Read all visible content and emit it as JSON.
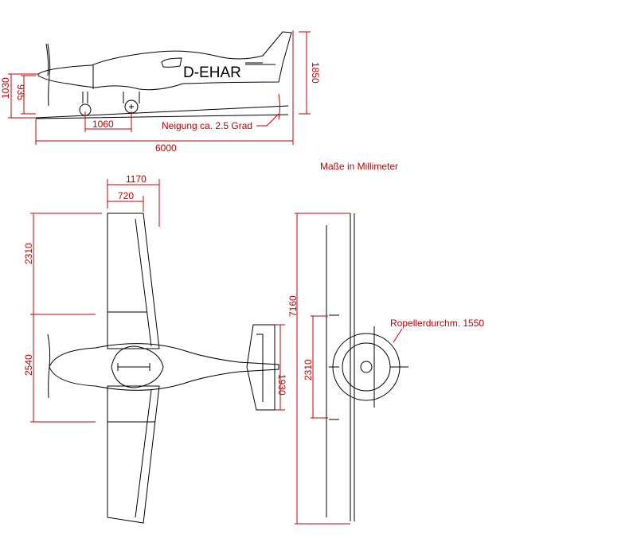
{
  "drawing": {
    "units_note": "Maße in Millimeter",
    "registration": "D-EHAR",
    "side_view": {
      "length": "6000",
      "wheelbase": "1060",
      "height_overall": "1850",
      "height_nose": "1030",
      "prop_axis_height": "935",
      "incline_note": "Neigung ca. 2.5 Grad"
    },
    "top_view": {
      "wing_root_offset_outer": "1170",
      "wing_root_offset_inner": "720",
      "half_span_upper": "2310",
      "fuselage_section": "2540",
      "tail_span": "1930"
    },
    "front_view": {
      "wingspan": "7160",
      "gear_track": "2310",
      "prop_note": "Ropellerdurchm. 1550"
    },
    "colors": {
      "dimension": "#c00000",
      "outline": "#000000"
    }
  }
}
